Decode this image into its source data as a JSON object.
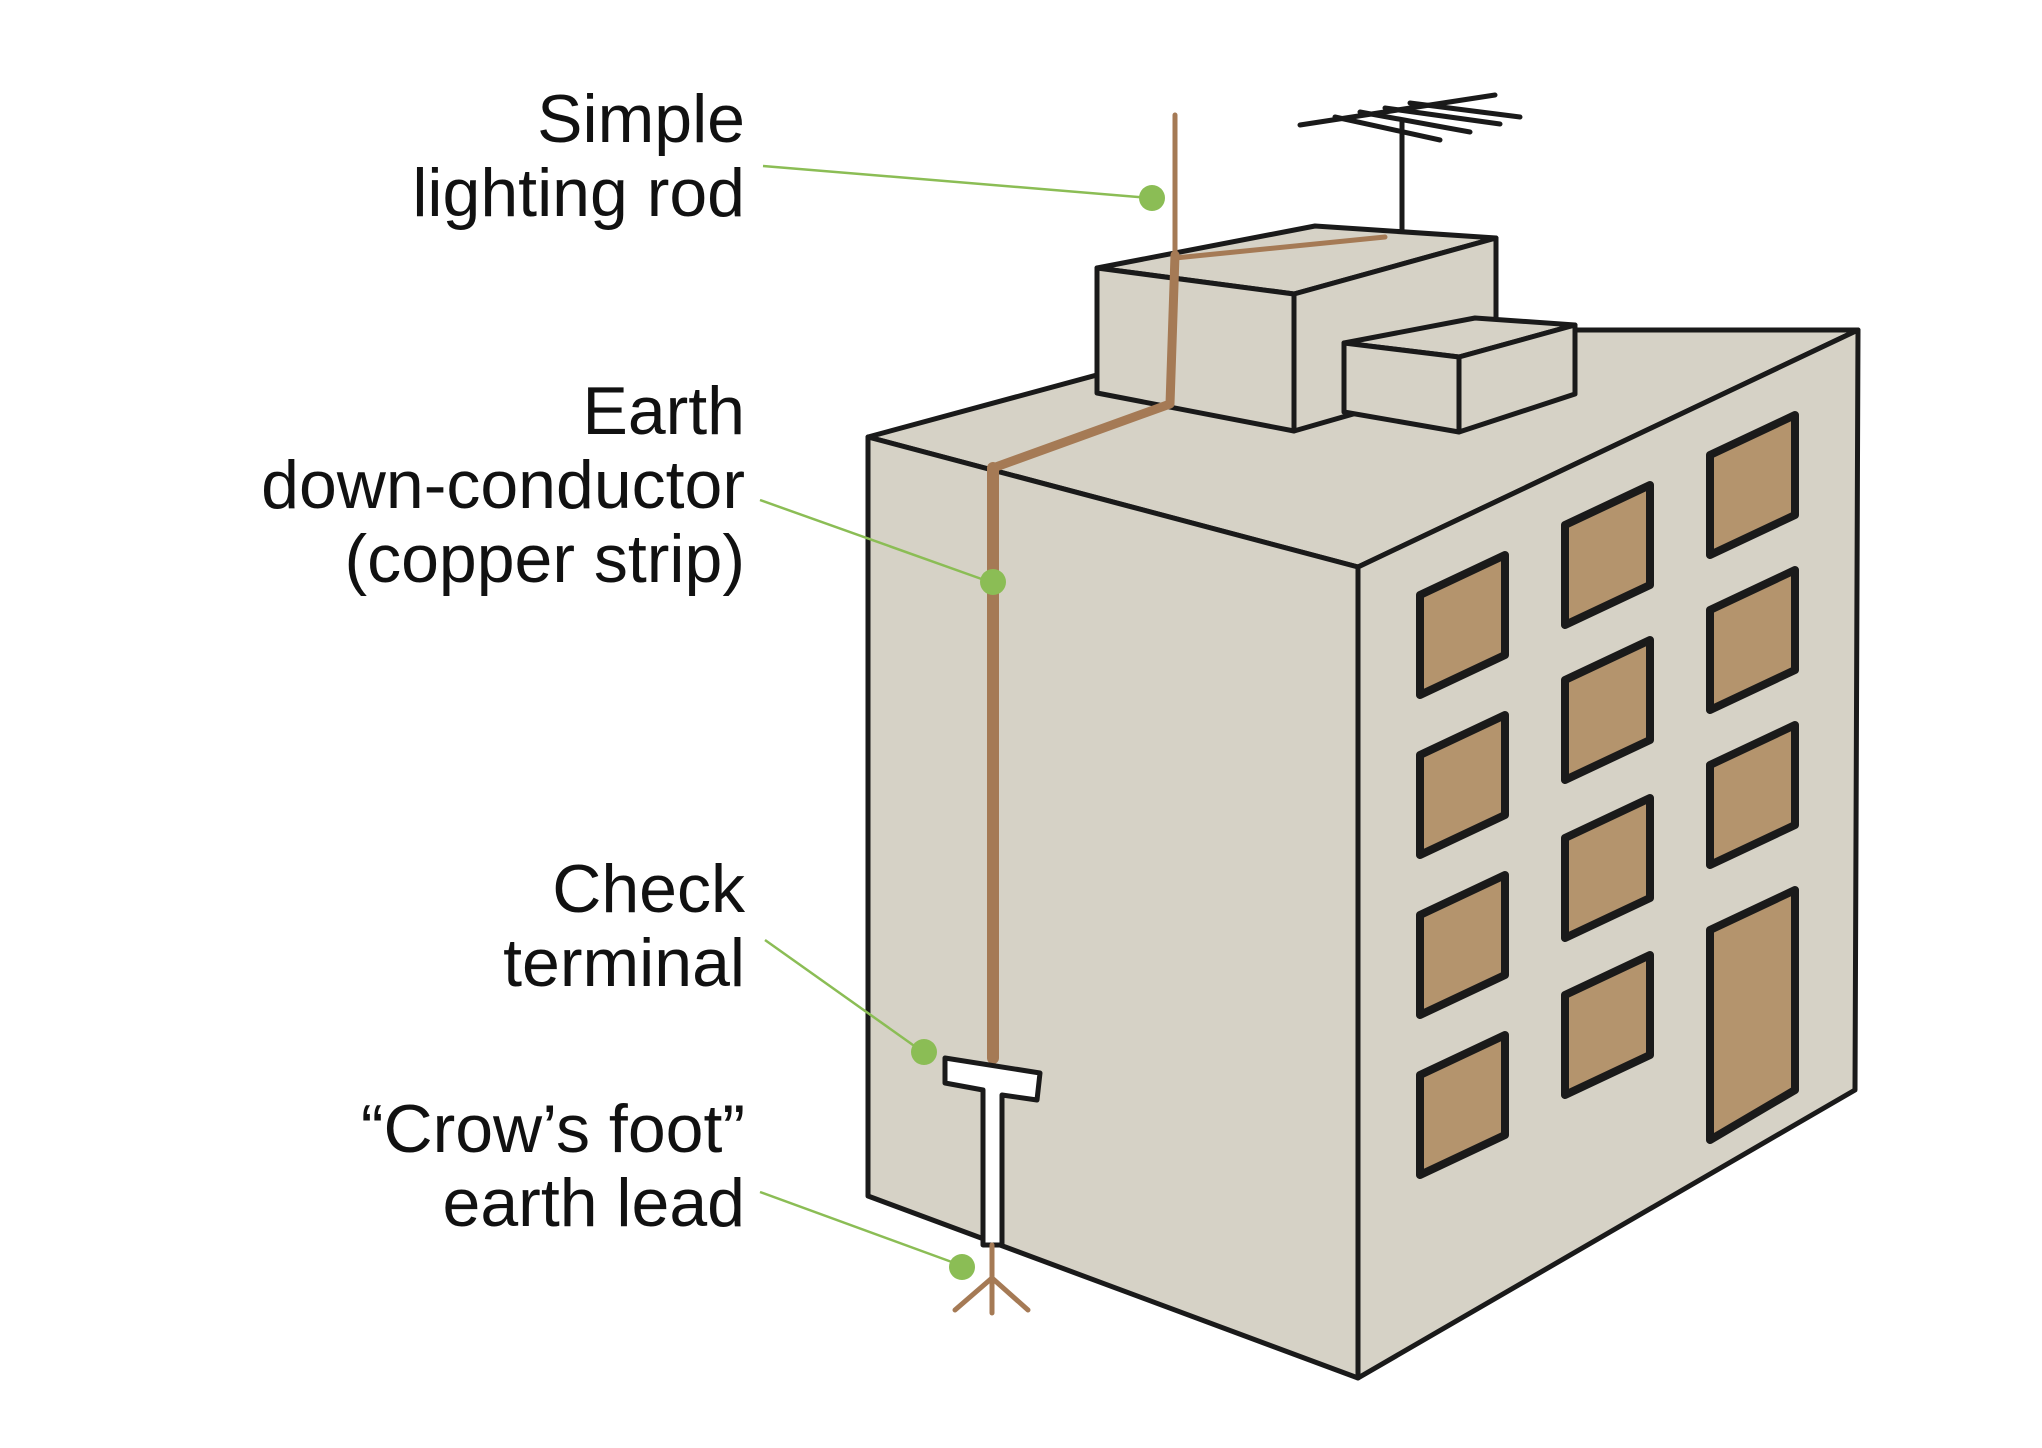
{
  "labels": [
    {
      "id": "lightning-rod",
      "lines": [
        "Simple",
        "lighting rod"
      ]
    },
    {
      "id": "down-conductor",
      "lines": [
        "Earth",
        "down-conductor",
        "(copper strip)"
      ]
    },
    {
      "id": "check-terminal",
      "lines": [
        "Check",
        "terminal"
      ]
    },
    {
      "id": "crows-foot",
      "lines": [
        "“Crow’s foot”",
        "earth lead"
      ]
    }
  ],
  "colors": {
    "wall": "#d6d2c6",
    "outline": "#1a1a1a",
    "window": "#b4946d",
    "copper": "#a57a55",
    "leader": "#8bbd55"
  }
}
